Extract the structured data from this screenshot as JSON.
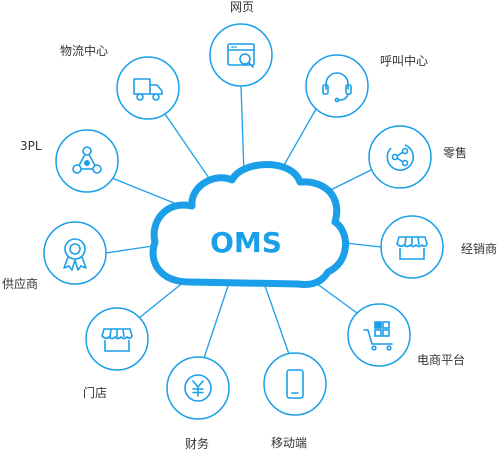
{
  "center": {
    "label": "OMS"
  },
  "nodes": [
    {
      "id": "web",
      "label": "网页",
      "icon": "browser-search-icon"
    },
    {
      "id": "callcenter",
      "label": "呼叫中心",
      "icon": "headset-icon"
    },
    {
      "id": "retail",
      "label": "零售",
      "icon": "share-icon"
    },
    {
      "id": "distributor",
      "label": "经销商",
      "icon": "storefront-icon"
    },
    {
      "id": "ecommerce",
      "label": "电商平台",
      "icon": "shopping-cart-icon"
    },
    {
      "id": "mobile",
      "label": "移动端",
      "icon": "smartphone-icon"
    },
    {
      "id": "finance",
      "label": "财务",
      "icon": "yen-coin-icon"
    },
    {
      "id": "store",
      "label": "门店",
      "icon": "shop-icon"
    },
    {
      "id": "supplier",
      "label": "供应商",
      "icon": "medal-badge-icon"
    },
    {
      "id": "3pl",
      "label": "3PL",
      "icon": "network-nodes-icon"
    },
    {
      "id": "logistics",
      "label": "物流中心",
      "icon": "delivery-truck-icon"
    }
  ],
  "colors": {
    "accent": "#1a9fe8",
    "line": "#1a9fe8",
    "text": "#333333"
  }
}
